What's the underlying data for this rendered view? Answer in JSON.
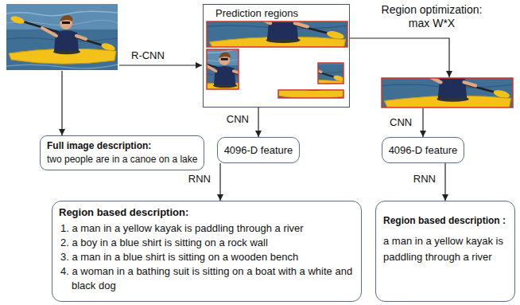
{
  "diagram": {
    "nodes": [
      {
        "text": [
          "Prediction regions"
        ]
      },
      {
        "text": [
          "Full image description:",
          "two people are in a canoe on a lake"
        ]
      },
      {
        "text": [
          "4096-D feature"
        ]
      },
      {
        "text": [
          "Region based description:",
          "1. a man in a yellow kayak is paddling through a river",
          "2. a boy in a blue shirt is sitting on a rock wall",
          "3. a man in a blue shirt is sitting on a wooden bench",
          "4. a woman in a bathing suit is sitting on a boat with a white and black dog"
        ]
      },
      {
        "text": [
          "4096-D feature"
        ]
      },
      {
        "text": [
          "Region based description :",
          "a man in a yellow kayak is paddling through a river"
        ]
      }
    ],
    "edges": [
      {
        "from": 0,
        "to": 2,
        "arrow": "to",
        "label": "CNN"
      },
      {
        "from": 2,
        "to": 3,
        "arrow": "to",
        "label": "RNN"
      },
      {
        "from": 4,
        "to": 5,
        "arrow": "to",
        "label": "RNN"
      }
    ],
    "labels": [
      "R-CNN",
      "Region optimization: max W*X",
      "CNN"
    ]
  }
}
